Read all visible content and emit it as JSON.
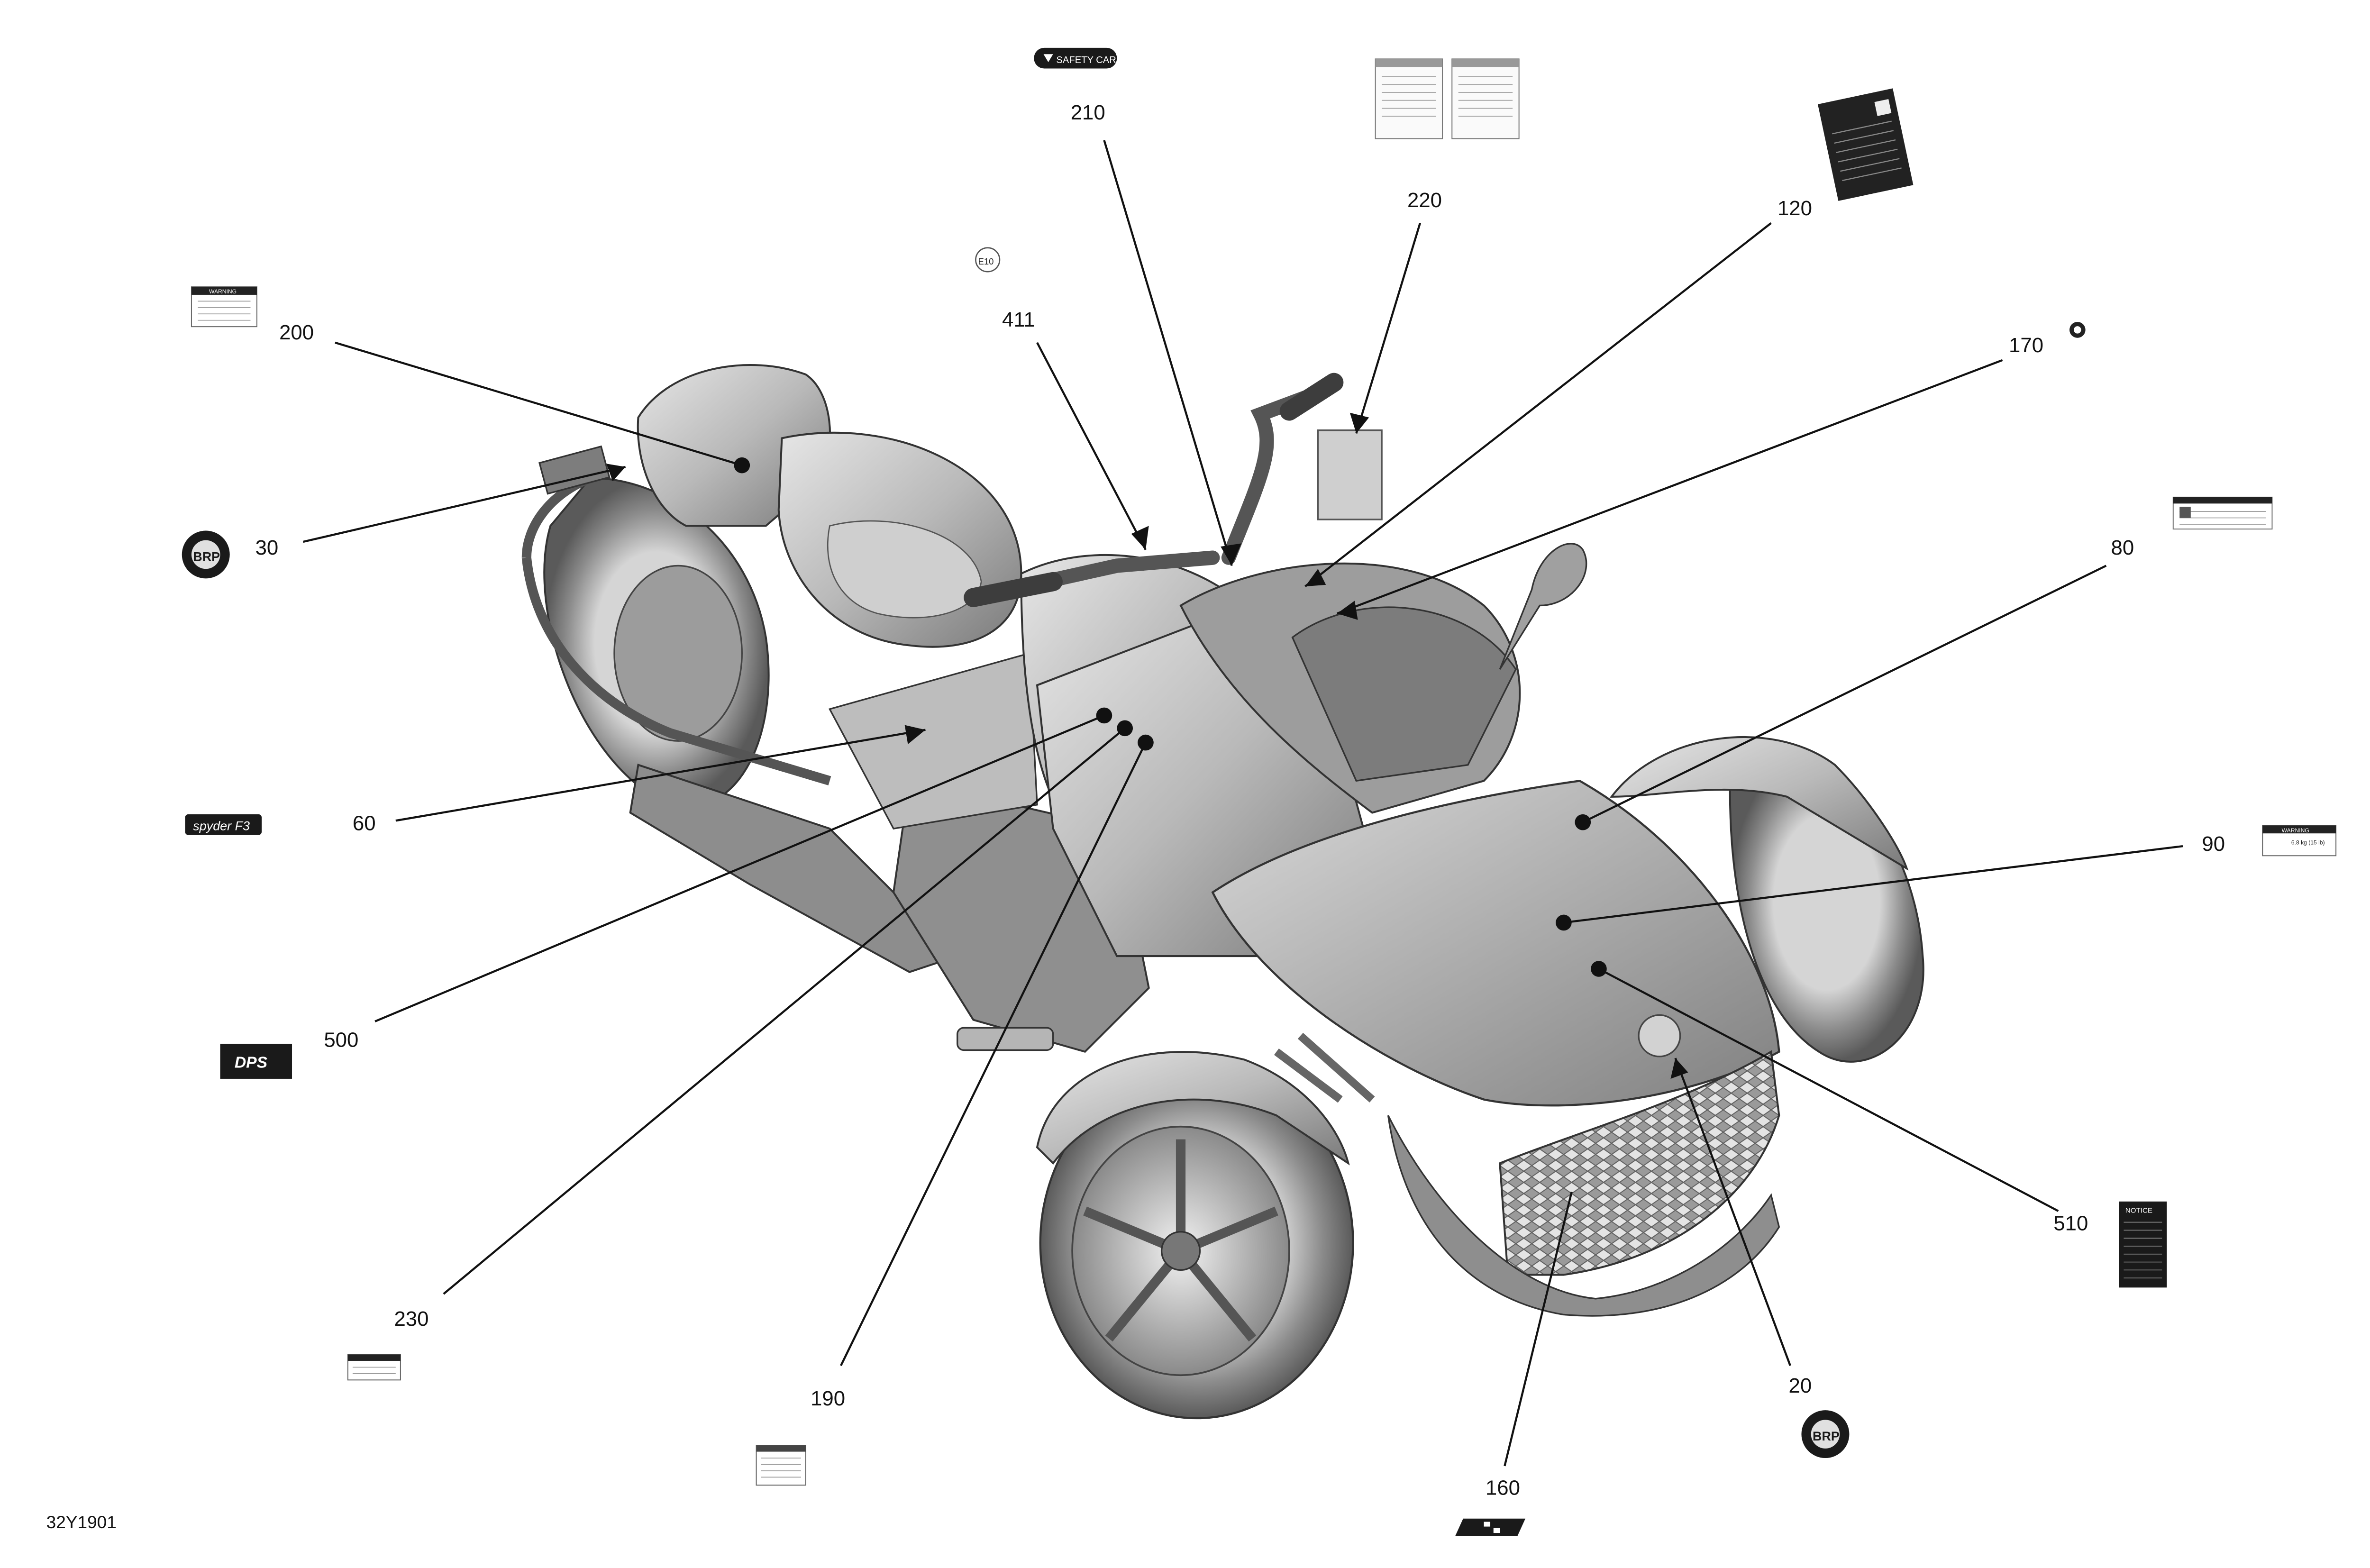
{
  "figure_id": "32Y1901",
  "callouts": [
    {
      "id": "c210",
      "label": "210"
    },
    {
      "id": "c220",
      "label": "220"
    },
    {
      "id": "c120",
      "label": "120"
    },
    {
      "id": "c411",
      "label": "411"
    },
    {
      "id": "c170",
      "label": "170"
    },
    {
      "id": "c200",
      "label": "200"
    },
    {
      "id": "c30",
      "label": "30"
    },
    {
      "id": "c80",
      "label": "80"
    },
    {
      "id": "c60",
      "label": "60"
    },
    {
      "id": "c90",
      "label": "90"
    },
    {
      "id": "c500",
      "label": "500"
    },
    {
      "id": "c510",
      "label": "510"
    },
    {
      "id": "c230",
      "label": "230"
    },
    {
      "id": "c190",
      "label": "190"
    },
    {
      "id": "c20",
      "label": "20"
    },
    {
      "id": "c160",
      "label": "160"
    }
  ],
  "decals": {
    "safety_card": "SAFETY CARD",
    "e10": "E10",
    "brp": "BRP",
    "warning": "WARNING",
    "notice": "NOTICE",
    "spyder": "spyder F3",
    "dps": "DPS",
    "warning_value": "6.8 kg (15 lb)"
  },
  "colors": {
    "line": "#111111",
    "vehicle_dark": "#6f6f6f",
    "vehicle_mid": "#a9a9a9",
    "vehicle_light": "#d8d8d8",
    "decal_dark": "#1a1a1a"
  }
}
